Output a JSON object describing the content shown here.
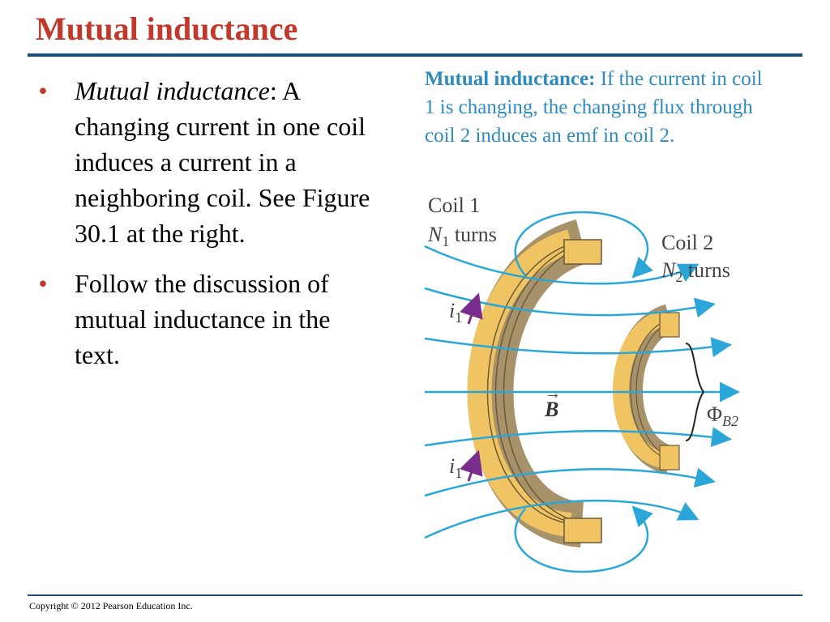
{
  "slide": {
    "title": "Mutual inductance",
    "bullets": [
      {
        "term": "Mutual inductance",
        "text": ": A changing current in one coil induces a current in a neighboring coil. See Figure 30.1 at the right."
      },
      {
        "text": "Follow the discussion of mutual inductance in the text."
      }
    ],
    "bullet_marker": "•"
  },
  "figure": {
    "caption_head": "Mutual inductance:",
    "caption_text": " If the current in coil 1 is changing, the changing flux through coil 2 induces an emf in coil 2.",
    "coil1": {
      "label": "Coil 1",
      "n": "N",
      "n_sub": "1",
      "turns": " turns"
    },
    "coil2": {
      "label": "Coil 2",
      "n": "N",
      "n_sub": "2",
      "turns": " turns"
    },
    "current": {
      "symbol": "i",
      "sub": "1"
    },
    "field": {
      "symbol": "B",
      "arrow": "→"
    },
    "flux": {
      "symbol": "Φ",
      "sub": "B2"
    },
    "colors": {
      "field_lines": "#2aa7d8",
      "coil_copper": "#f0c462",
      "coil_inner": "#a8926a",
      "current_arrow": "#7b2d8e",
      "caption": "#2e8bc0",
      "title": "#c0392b",
      "rule": "#1f4e79"
    }
  },
  "footer": {
    "copyright": "Copyright © 2012 Pearson Education Inc."
  }
}
